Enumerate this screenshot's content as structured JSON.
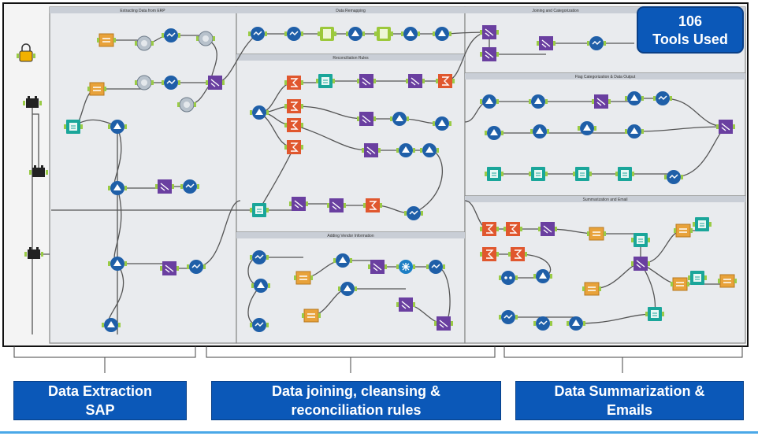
{
  "badge": {
    "count": "106",
    "text": "Tools Used"
  },
  "containers": {
    "extract": "Extracting Data from ERP",
    "remap": "Data Remapping",
    "reconcile": "Reconciliation Rules",
    "vendor": "Adding Vendor Information",
    "joining": "Joining and Categorization",
    "flag": "Flag Categorization & Data Output",
    "summary": "Summarization and Email"
  },
  "labels": {
    "extract_line1": "Data Extraction",
    "extract_line2": "SAP",
    "joining_line1": "Data joining, cleansing &",
    "joining_line2": "reconciliation rules",
    "summary_line1": "Data Summarization &",
    "summary_line2": "Emails"
  },
  "colors": {
    "label_bg": "#0b58b8",
    "tool_blue": "#1f5fa8",
    "tool_purple": "#6a3fa0",
    "tool_teal": "#1aa69a",
    "tool_orange": "#e8a23a",
    "tool_red": "#e0572e",
    "tool_green": "#9cc83b"
  }
}
